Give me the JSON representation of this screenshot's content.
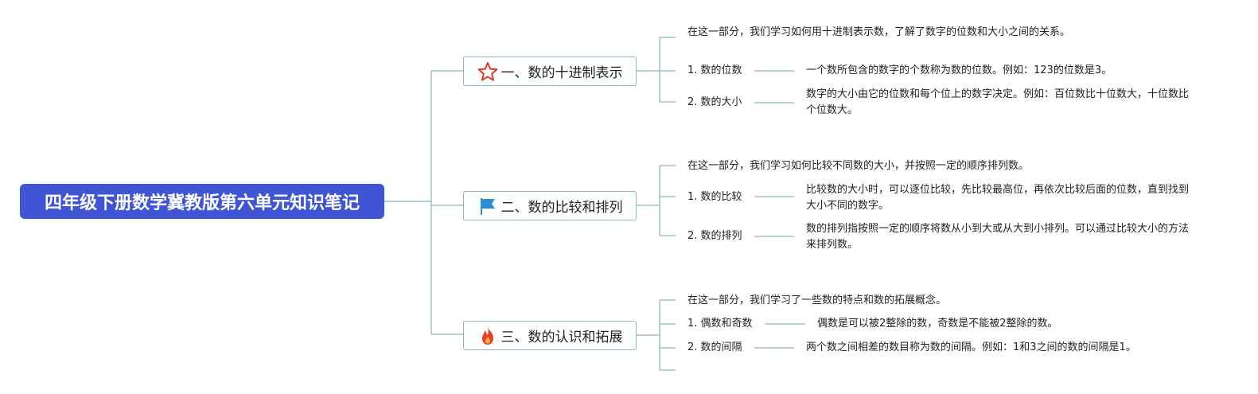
{
  "root": {
    "title": "四年级下册数学冀教版第六单元知识笔记"
  },
  "sections": [
    {
      "title": "一、数的十进制表示",
      "icon": "star-icon",
      "intro": "在这一部分，我们学习如何用十进制表示数，了解了数字的位数和大小之间的关系。",
      "items": [
        {
          "label": "1. 数的位数",
          "detail": "一个数所包含的数字的个数称为数的位数。例如：123的位数是3。"
        },
        {
          "label": "2. 数的大小",
          "detail": "数字的大小由它的位数和每个位上的数字决定。例如：百位数比十位数大，十位数比个位数大。"
        }
      ]
    },
    {
      "title": "二、数的比较和排列",
      "icon": "flag-icon",
      "intro": "在这一部分，我们学习如何比较不同数的大小，并按照一定的顺序排列数。",
      "items": [
        {
          "label": "1. 数的比较",
          "detail": "比较数的大小时，可以逐位比较，先比较最高位，再依次比较后面的位数，直到找到大小不同的数字。"
        },
        {
          "label": "2. 数的排列",
          "detail": "数的排列指按照一定的顺序将数从小到大或从大到小排列。可以通过比较大小的方法来排列数。"
        }
      ]
    },
    {
      "title": "三、数的认识和拓展",
      "icon": "fire-icon",
      "intro": "在这一部分，我们学习了一些数的特点和数的拓展概念。",
      "items": [
        {
          "label": "1. 偶数和奇数",
          "detail": "偶数是可以被2整除的数，奇数是不能被2整除的数。"
        },
        {
          "label": "2. 数的间隔",
          "detail": "两个数之间相差的数目称为数的间隔。例如：1和3之间的数的间隔是1。"
        }
      ]
    }
  ],
  "colors": {
    "root_bg": "#4055d6",
    "line": "#8fb5bd",
    "star": "#e0342b",
    "flag": "#2a8fd8",
    "fire": "#e8402a"
  }
}
